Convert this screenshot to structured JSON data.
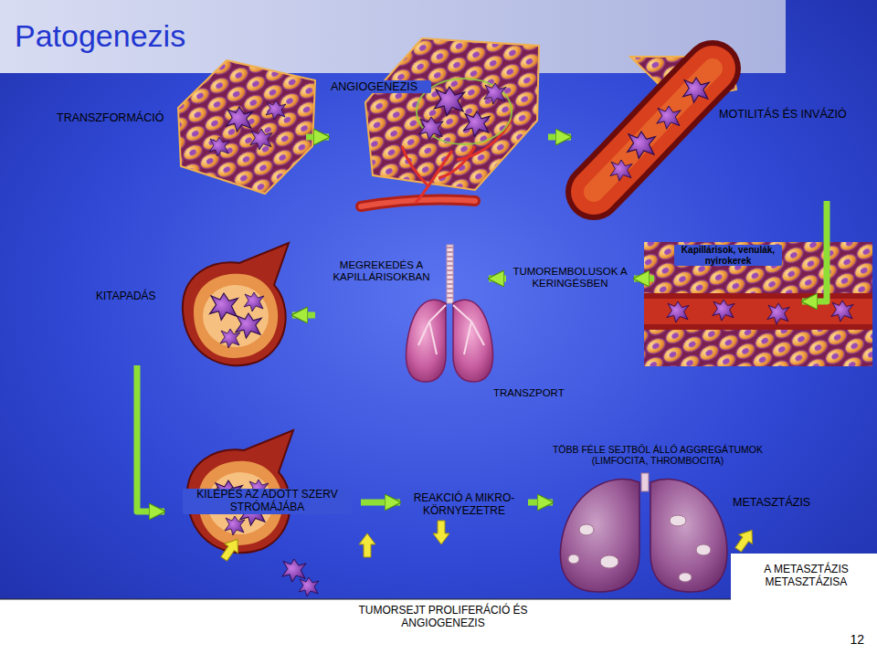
{
  "diagram": {
    "title": "Patogenezis",
    "nodes": [
      {
        "text": [
          "TRANSZFORMÁCIÓ"
        ]
      },
      {
        "text": [
          "ANGIOGENEZIS"
        ]
      },
      {
        "text": [
          "MOTILITÁS ÉS INVÁZIÓ"
        ]
      },
      {
        "text": [
          "Kapillárisok, venulák, nyirokerek"
        ]
      },
      {
        "text": [
          "TUMOREMBOLUSOK A KERINGÉSBEN"
        ]
      },
      {
        "text": [
          "MEGREKEDÉS A KAPILLÁRISOKBAN"
        ]
      },
      {
        "text": [
          "KITAPADÁS"
        ]
      },
      {
        "text": [
          "KILÉPÉS AZ ADOTT SZERV STRÓMÁJÁBA"
        ]
      },
      {
        "text": [
          "REAKCIÓ A MIKRO-KÖRNYEZETRE"
        ]
      },
      {
        "text": [
          "METASZTÁZIS"
        ]
      }
    ],
    "edges": [
      {
        "from": 0,
        "to": 1,
        "arrow": "to"
      },
      {
        "from": 1,
        "to": 2,
        "arrow": "to"
      },
      {
        "from": 2,
        "to": 3,
        "arrow": "to"
      },
      {
        "from": 3,
        "to": 4,
        "arrow": "to"
      },
      {
        "from": 4,
        "to": 5,
        "arrow": "to"
      },
      {
        "from": 5,
        "to": 6,
        "arrow": "to"
      },
      {
        "from": 6,
        "to": 7,
        "arrow": "to"
      },
      {
        "from": 7,
        "to": 8,
        "arrow": "to"
      },
      {
        "from": 8,
        "to": 9,
        "arrow": "to"
      }
    ],
    "labels": [
      "TRANSZPORT",
      "TÖBB FÉLE SEJTBŐL ÁLLÓ AGGREGÁTUMOK (LIMFOCITA, THROMBOCITA)",
      "TUMORSEJT PROLIFERÁCIÓ ÉS ANGIOGENEZIS",
      "A METASZTÁZIS METASZTÁZISA",
      "12"
    ]
  }
}
